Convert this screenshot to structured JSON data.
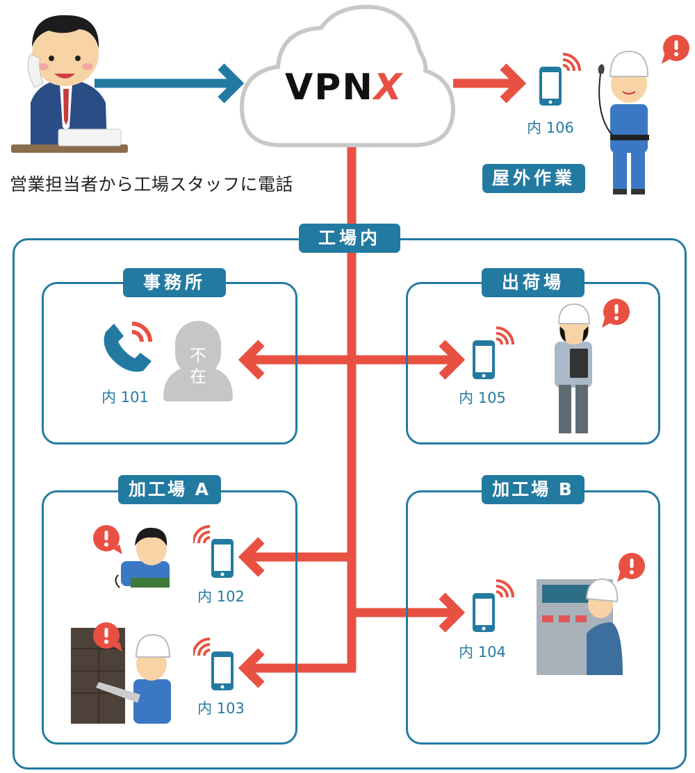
{
  "caption": "営業担当者から工場スタッフに電話",
  "cloud": {
    "logo_text": "VPN",
    "logo_accent": "X"
  },
  "labels": {
    "outdoor": "屋外作業",
    "factory": "工場内",
    "office": "事務所",
    "shipping": "出荷場",
    "plant_a": "加工場 A",
    "plant_b": "加工場 B"
  },
  "extensions": {
    "ext101": "内 101",
    "ext102": "内 102",
    "ext103": "内 103",
    "ext104": "内 104",
    "ext105": "内 105",
    "ext106": "内 106"
  },
  "absent_label": [
    "不",
    "在"
  ],
  "alert_glyph": "!",
  "colors": {
    "accent_blue": "#237aa1",
    "accent_red": "#e85142",
    "cloud_stroke": "#c8c8c8",
    "absent_gray": "#c6c6c6"
  }
}
